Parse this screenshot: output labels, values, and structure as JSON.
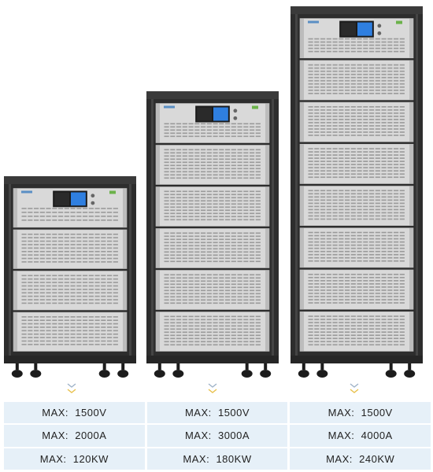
{
  "products": [
    {
      "id": "cabinet-small",
      "specs": [
        {
          "label": "MAX:",
          "value": "1500V"
        },
        {
          "label": "MAX:",
          "value": "2000A"
        },
        {
          "label": "MAX:",
          "value": "120KW"
        }
      ]
    },
    {
      "id": "cabinet-medium",
      "specs": [
        {
          "label": "MAX:",
          "value": "1500V"
        },
        {
          "label": "MAX:",
          "value": "3000A"
        },
        {
          "label": "MAX:",
          "value": "180KW"
        }
      ]
    },
    {
      "id": "cabinet-large",
      "specs": [
        {
          "label": "MAX:",
          "value": "1500V"
        },
        {
          "label": "MAX:",
          "value": "4000A"
        },
        {
          "label": "MAX:",
          "value": "240KW"
        }
      ]
    }
  ],
  "colors": {
    "cabinet_frame": "#2d2d2d",
    "panel_silver": "#d9d9d9",
    "vent": "#9a9a9a",
    "screen_blue": "#2f7fe0",
    "chevron": "#9fb3c8",
    "table_bg": "#e6f0f8"
  }
}
